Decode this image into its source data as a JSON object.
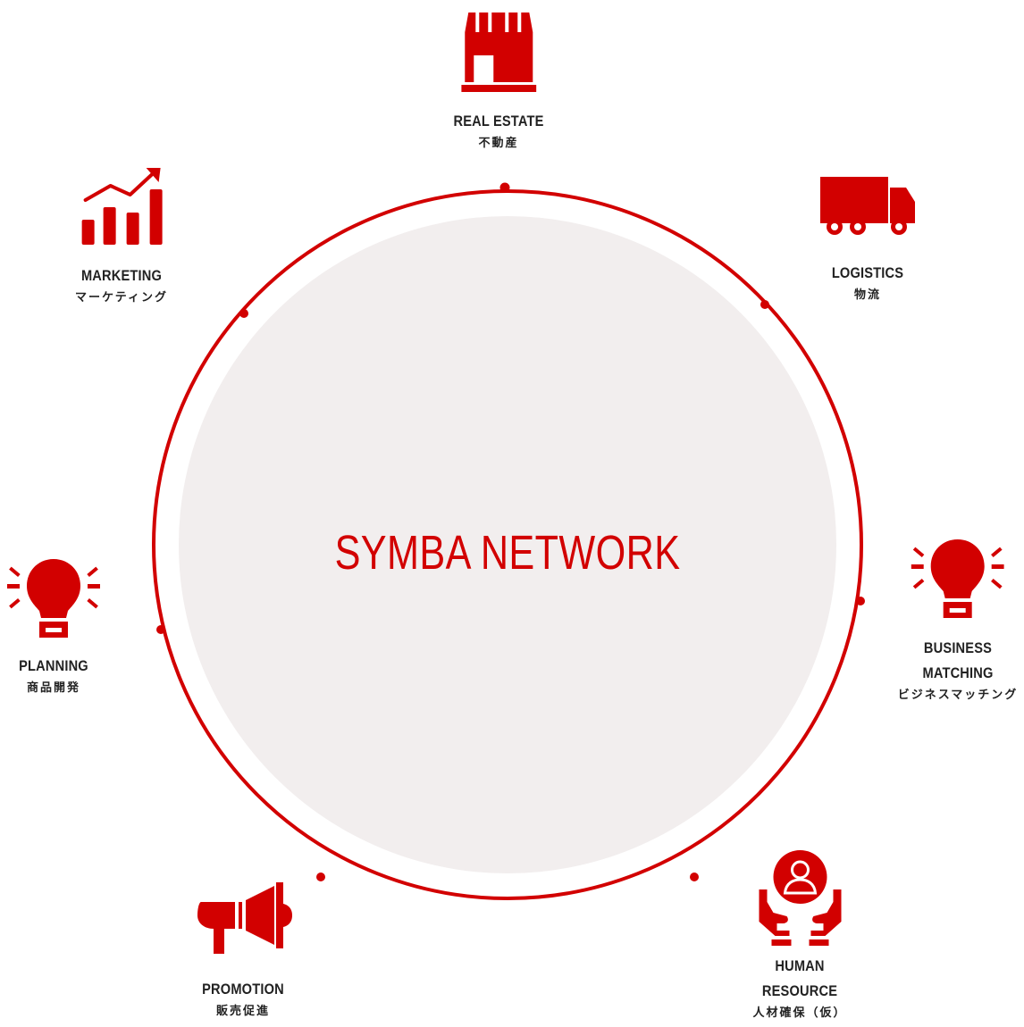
{
  "center": {
    "title": "SYMBA NETWORK"
  },
  "colors": {
    "accent": "#d20000",
    "inner_fill": "#f2eeee",
    "text": "#222222"
  },
  "nodes": [
    {
      "key": "real-estate",
      "icon": "store-icon",
      "label_en": [
        "REAL ESTATE"
      ],
      "label_jp": "不動産"
    },
    {
      "key": "logistics",
      "icon": "truck-icon",
      "label_en": [
        "LOGISTICS"
      ],
      "label_jp": "物流"
    },
    {
      "key": "business-matching",
      "icon": "lightbulb-icon",
      "label_en": [
        "BUSINESS",
        "MATCHING"
      ],
      "label_jp": "ビジネスマッチング"
    },
    {
      "key": "human-resource",
      "icon": "person-hands-icon",
      "label_en": [
        "HUMAN",
        "RESOURCE"
      ],
      "label_jp": "人材確保（仮）"
    },
    {
      "key": "promotion",
      "icon": "megaphone-icon",
      "label_en": [
        "PROMOTION"
      ],
      "label_jp": "販売促進"
    },
    {
      "key": "planning",
      "icon": "lightbulb-icon",
      "label_en": [
        "PLANNING"
      ],
      "label_jp": "商品開発"
    },
    {
      "key": "marketing",
      "icon": "growth-chart-icon",
      "label_en": [
        "MARKETING"
      ],
      "label_jp": "マーケティング"
    }
  ]
}
